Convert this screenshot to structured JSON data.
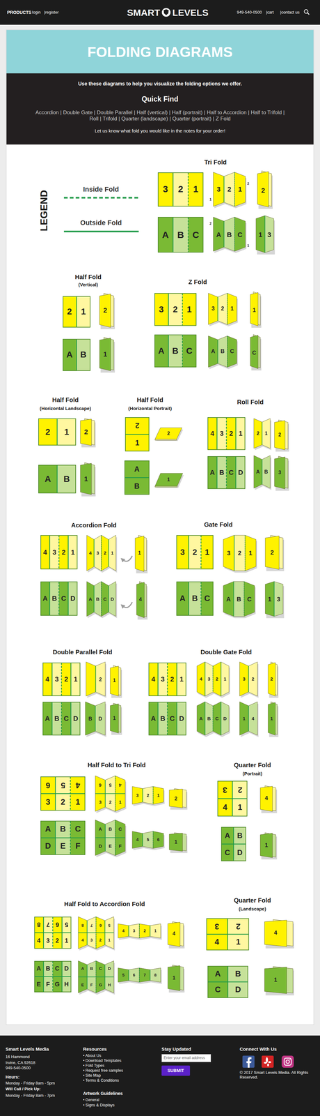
{
  "diagram": {
    "title": "FOLDING DIAGRAMS",
    "nodes": [
      {
        "text": [
          "PRODUCTS",
          "login",
          "|register",
          "SMART",
          "LEVELS",
          "949-540-0500",
          "|cart",
          "|contact us"
        ]
      },
      {
        "text": [
          "Use these diagrams to help you visualize the folding options we offer.",
          "Quick Find",
          "Accordion | Double Gate | Double Parallel | Half (vertical) | Half (portrait) | Half to Accordion | Half to Trifold | Roll | Trifold | Quarter (landscape) | Quarter (portrait) | Z Fold",
          "Let us know what fold you would like in the notes for your order!"
        ]
      },
      {
        "text": [
          "3",
          "2",
          "1"
        ]
      },
      {
        "text": [
          "A",
          "B",
          "C"
        ]
      },
      {
        "text": [
          "2",
          "1"
        ]
      },
      {
        "text": [
          "A",
          "B"
        ]
      },
      {
        "text": [
          "3",
          "2",
          "1"
        ]
      },
      {
        "text": [
          "A",
          "B",
          "C"
        ]
      },
      {
        "text": [
          "2",
          "1"
        ]
      },
      {
        "text": [
          "A",
          "B"
        ]
      },
      {
        "text": [
          "2",
          "1"
        ]
      },
      {
        "text": [
          "A",
          "B"
        ]
      },
      {
        "text": [
          "4",
          "3",
          "2",
          "1"
        ]
      },
      {
        "text": [
          "A",
          "B",
          "C",
          "D"
        ]
      },
      {
        "text": [
          "4",
          "3",
          "2",
          "1"
        ]
      },
      {
        "text": [
          "A",
          "B",
          "C",
          "D"
        ]
      },
      {
        "text": [
          "3",
          "2",
          "1"
        ]
      },
      {
        "text": [
          "A",
          "B",
          "C"
        ]
      },
      {
        "text": [
          "4",
          "3",
          "2",
          "1"
        ]
      },
      {
        "text": [
          "A",
          "B",
          "C",
          "D"
        ]
      },
      {
        "text": [
          "4",
          "3",
          "2",
          "1"
        ]
      },
      {
        "text": [
          "A",
          "B",
          "C",
          "D"
        ]
      },
      {
        "text": [
          "6",
          "5",
          "4",
          "3",
          "2",
          "1"
        ]
      },
      {
        "text": [
          "A",
          "B",
          "C",
          "D",
          "E",
          "F"
        ]
      },
      {
        "text": [
          "3",
          "2",
          "4",
          "1"
        ]
      },
      {
        "text": [
          "A",
          "B",
          "C",
          "D"
        ]
      },
      {
        "text": [
          "8",
          "7",
          "6",
          "5",
          "4",
          "3",
          "2",
          "1"
        ]
      },
      {
        "text": [
          "A",
          "B",
          "C",
          "D",
          "E",
          "F",
          "G",
          "H"
        ]
      },
      {
        "text": [
          "3",
          "2",
          "4",
          "1"
        ]
      },
      {
        "text": [
          "A",
          "B",
          "C",
          "D"
        ]
      },
      {
        "text": [
          "Smart Levels Media",
          "16 Hammond",
          "Irvine, CA 92618",
          "949-540-0500",
          "Hours:",
          "Monday - Friday 8am - 5pm",
          "Will Call / Pick Up:",
          "Monday - Friday 8am - 7pm",
          "Resources",
          "• About Us",
          "• Download Templates",
          "• Fold Types",
          "• Request free samples",
          "• Site Map",
          "• Terms & Conditions",
          "Artwork Guidelines",
          "• General",
          "• Signs & Displays",
          "Stay Updated",
          "Connect With Us",
          "© 2017 Smart Levels Media. All Rights Reserved."
        ]
      },
      {
        "text": [
          "Enter your email address"
        ],
        "in": 30
      },
      {
        "text": [
          "SUBMIT"
        ],
        "in": 30
      }
    ],
    "labels": [
      "LEGEND",
      "Tri Fold",
      "3",
      "2",
      "1",
      "1",
      "2",
      "2",
      "A",
      "B",
      "C",
      "2",
      "1",
      "1",
      "3",
      "Half Fold",
      "(Vertical)",
      "2",
      "1",
      "Z Fold",
      "3",
      "2",
      "1",
      "1",
      "A",
      "B",
      "C",
      "C",
      "Half Fold",
      "(Horizontal Landscape)",
      "2",
      "1",
      "Half Fold",
      "(Horizontal Portrait)",
      "2",
      "1",
      "Roll Fold",
      "2",
      "1",
      "2",
      "A",
      "B",
      "3",
      "Accordion Fold",
      "4",
      "3",
      "2",
      "1",
      "1",
      "A",
      "B",
      "C",
      "D",
      "4",
      "Gate Fold",
      "3",
      "2",
      "1",
      "2",
      "A",
      "B",
      "C",
      "1",
      "3",
      "Double Parallel Fold",
      "2",
      "1",
      "B",
      "D",
      "1",
      "Double Gate Fold",
      "4",
      "3",
      "2",
      "1",
      "3",
      "2",
      "2",
      "A",
      "B",
      "C",
      "D",
      "1",
      "4",
      "1",
      "Half Fold to Tri Fold",
      "6",
      "5",
      "4",
      "3",
      "2",
      "1",
      "3",
      "2",
      "1",
      "2",
      "A",
      "B",
      "C",
      "D",
      "E",
      "F",
      "4",
      "5",
      "6",
      "1",
      "Quarter Fold",
      "(Portrait)",
      "4",
      "1",
      "Half Fold to Accordion Fold",
      "8",
      "7",
      "6",
      "5",
      "4",
      "3",
      "2",
      "1",
      "4",
      "3",
      "2",
      "1",
      "4",
      "A",
      "B",
      "C",
      "D",
      "E",
      "F",
      "G",
      "H",
      "5",
      "6",
      "7",
      "8",
      "1",
      "Quarter Fold",
      "(Landscape)",
      "4",
      "1"
    ],
    "legend": [
      {
        "text": "Inside Fold"
      },
      {
        "text": "Outside Fold"
      }
    ]
  }
}
